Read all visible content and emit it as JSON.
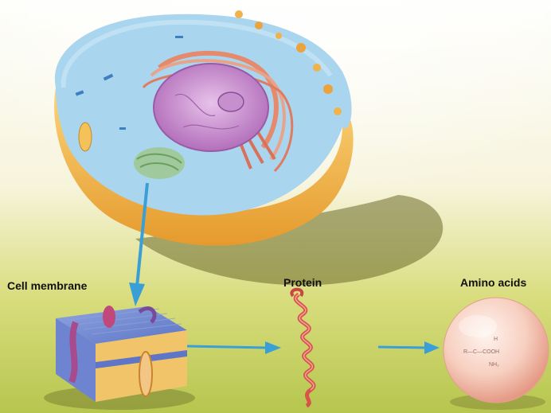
{
  "labels": {
    "cell_membrane": "Cell membrane",
    "protein": "Protein",
    "amino_acids": "Amino acids"
  },
  "amino_acid_formula": {
    "top": "H",
    "middle": "R—C—COOH",
    "bottom": "NH₂"
  },
  "colors": {
    "arrow": "#3a9fd6",
    "cytoplasm": "#a9d6ee",
    "cell_wall": "#f2b64a",
    "nucleus": "#c47fc8",
    "protein": "#d9534a",
    "amino_sphere": "#f5c0b0"
  },
  "icons": [
    "animal-cell-illustration",
    "cell-membrane-illustration",
    "protein-helix-illustration",
    "amino-acid-sphere"
  ]
}
